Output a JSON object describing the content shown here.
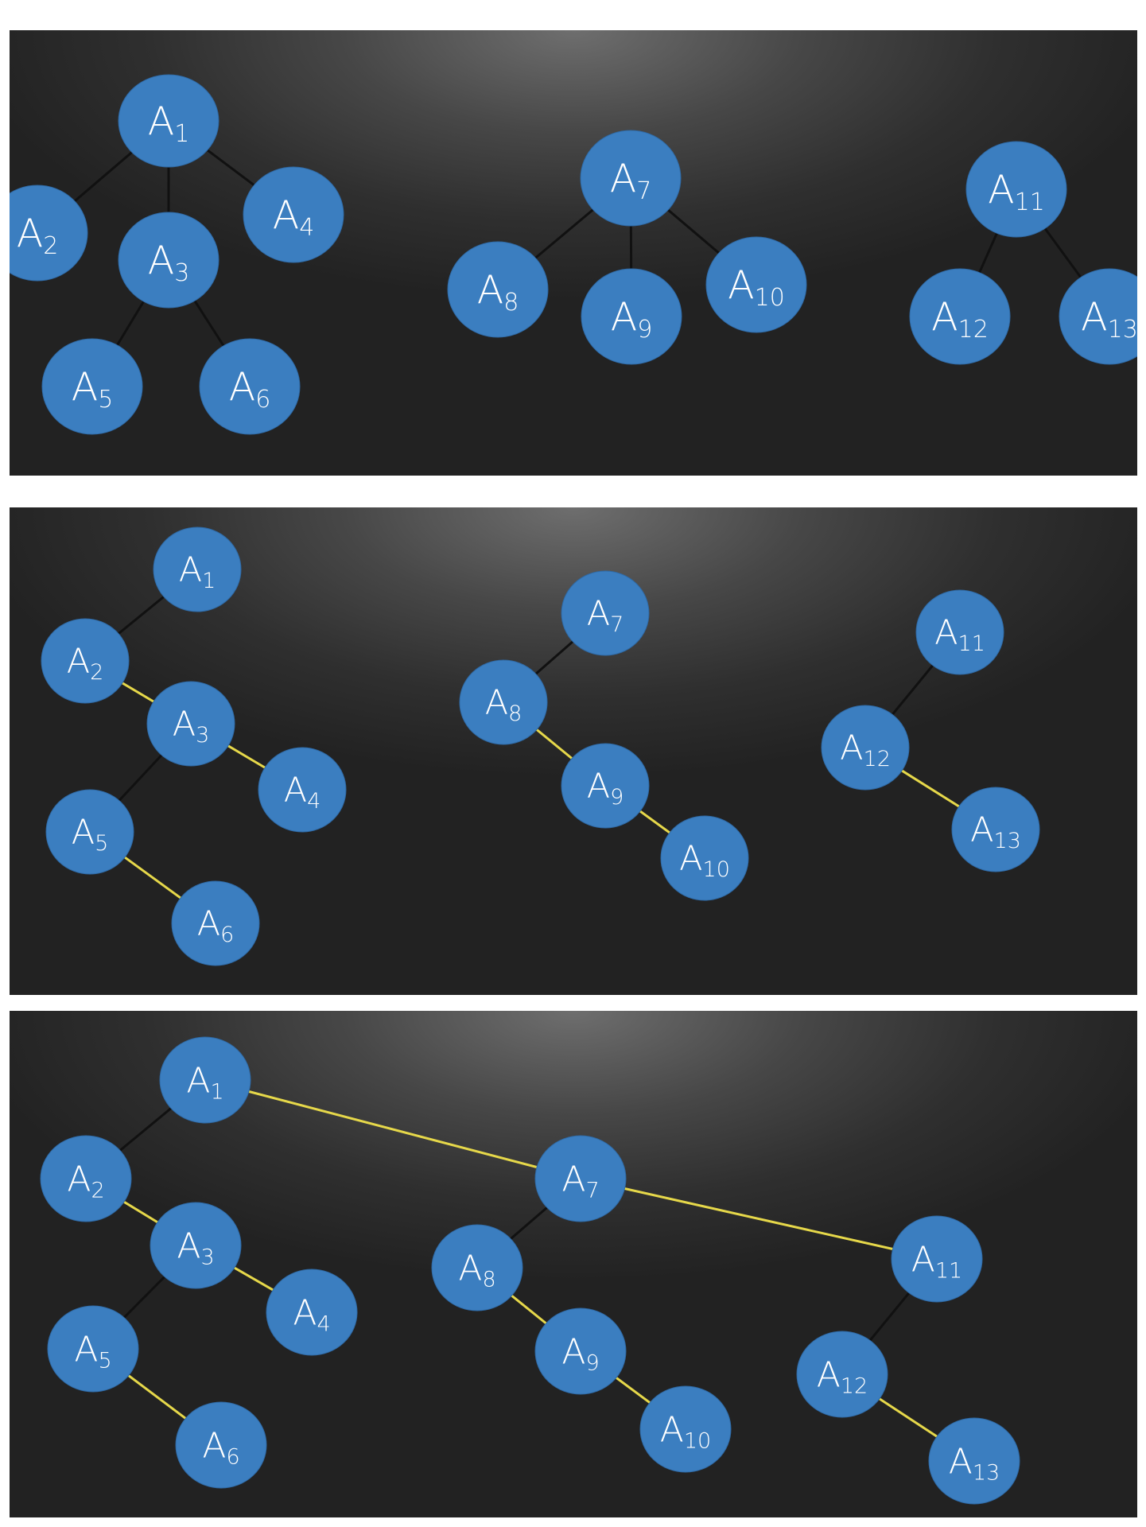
{
  "colors": {
    "node_fill": "#3b7ec0",
    "child_edge": "#111111",
    "sibling_edge": "#e6d84a",
    "label": "#ffffff"
  },
  "panels": [
    {
      "id": "panel-1",
      "nodes": [
        {
          "id": "A1",
          "base": "A",
          "sub": "1"
        },
        {
          "id": "A2",
          "base": "A",
          "sub": "2"
        },
        {
          "id": "A3",
          "base": "A",
          "sub": "3"
        },
        {
          "id": "A4",
          "base": "A",
          "sub": "4"
        },
        {
          "id": "A5",
          "base": "A",
          "sub": "5"
        },
        {
          "id": "A6",
          "base": "A",
          "sub": "6"
        },
        {
          "id": "A7",
          "base": "A",
          "sub": "7"
        },
        {
          "id": "A8",
          "base": "A",
          "sub": "8"
        },
        {
          "id": "A9",
          "base": "A",
          "sub": "9"
        },
        {
          "id": "A10",
          "base": "A",
          "sub": "10"
        },
        {
          "id": "A11",
          "base": "A",
          "sub": "11"
        },
        {
          "id": "A12",
          "base": "A",
          "sub": "12"
        },
        {
          "id": "A13",
          "base": "A",
          "sub": "13"
        }
      ],
      "edges": [
        {
          "from": "A1",
          "to": "A2",
          "kind": "child"
        },
        {
          "from": "A1",
          "to": "A3",
          "kind": "child"
        },
        {
          "from": "A1",
          "to": "A4",
          "kind": "child"
        },
        {
          "from": "A3",
          "to": "A5",
          "kind": "child"
        },
        {
          "from": "A3",
          "to": "A6",
          "kind": "child"
        },
        {
          "from": "A7",
          "to": "A8",
          "kind": "child"
        },
        {
          "from": "A7",
          "to": "A9",
          "kind": "child"
        },
        {
          "from": "A7",
          "to": "A10",
          "kind": "child"
        },
        {
          "from": "A11",
          "to": "A12",
          "kind": "child"
        },
        {
          "from": "A11",
          "to": "A13",
          "kind": "child"
        }
      ]
    },
    {
      "id": "panel-2",
      "nodes": [
        {
          "id": "A1",
          "base": "A",
          "sub": "1"
        },
        {
          "id": "A2",
          "base": "A",
          "sub": "2"
        },
        {
          "id": "A3",
          "base": "A",
          "sub": "3"
        },
        {
          "id": "A4",
          "base": "A",
          "sub": "4"
        },
        {
          "id": "A5",
          "base": "A",
          "sub": "5"
        },
        {
          "id": "A6",
          "base": "A",
          "sub": "6"
        },
        {
          "id": "A7",
          "base": "A",
          "sub": "7"
        },
        {
          "id": "A8",
          "base": "A",
          "sub": "8"
        },
        {
          "id": "A9",
          "base": "A",
          "sub": "9"
        },
        {
          "id": "A10",
          "base": "A",
          "sub": "10"
        },
        {
          "id": "A11",
          "base": "A",
          "sub": "11"
        },
        {
          "id": "A12",
          "base": "A",
          "sub": "12"
        },
        {
          "id": "A13",
          "base": "A",
          "sub": "13"
        }
      ],
      "edges": [
        {
          "from": "A1",
          "to": "A2",
          "kind": "child"
        },
        {
          "from": "A2",
          "to": "A3",
          "kind": "sibling"
        },
        {
          "from": "A3",
          "to": "A4",
          "kind": "sibling"
        },
        {
          "from": "A3",
          "to": "A5",
          "kind": "child"
        },
        {
          "from": "A5",
          "to": "A6",
          "kind": "sibling"
        },
        {
          "from": "A7",
          "to": "A8",
          "kind": "child"
        },
        {
          "from": "A8",
          "to": "A9",
          "kind": "sibling"
        },
        {
          "from": "A9",
          "to": "A10",
          "kind": "sibling"
        },
        {
          "from": "A11",
          "to": "A12",
          "kind": "child"
        },
        {
          "from": "A12",
          "to": "A13",
          "kind": "sibling"
        }
      ]
    },
    {
      "id": "panel-3",
      "nodes": [
        {
          "id": "A1",
          "base": "A",
          "sub": "1"
        },
        {
          "id": "A2",
          "base": "A",
          "sub": "2"
        },
        {
          "id": "A3",
          "base": "A",
          "sub": "3"
        },
        {
          "id": "A4",
          "base": "A",
          "sub": "4"
        },
        {
          "id": "A5",
          "base": "A",
          "sub": "5"
        },
        {
          "id": "A6",
          "base": "A",
          "sub": "6"
        },
        {
          "id": "A7",
          "base": "A",
          "sub": "7"
        },
        {
          "id": "A8",
          "base": "A",
          "sub": "8"
        },
        {
          "id": "A9",
          "base": "A",
          "sub": "9"
        },
        {
          "id": "A10",
          "base": "A",
          "sub": "10"
        },
        {
          "id": "A11",
          "base": "A",
          "sub": "11"
        },
        {
          "id": "A12",
          "base": "A",
          "sub": "12"
        },
        {
          "id": "A13",
          "base": "A",
          "sub": "13"
        }
      ],
      "edges": [
        {
          "from": "A1",
          "to": "A2",
          "kind": "child"
        },
        {
          "from": "A2",
          "to": "A3",
          "kind": "sibling"
        },
        {
          "from": "A3",
          "to": "A4",
          "kind": "sibling"
        },
        {
          "from": "A3",
          "to": "A5",
          "kind": "child"
        },
        {
          "from": "A5",
          "to": "A6",
          "kind": "sibling"
        },
        {
          "from": "A1",
          "to": "A7",
          "kind": "sibling"
        },
        {
          "from": "A7",
          "to": "A8",
          "kind": "child"
        },
        {
          "from": "A8",
          "to": "A9",
          "kind": "sibling"
        },
        {
          "from": "A9",
          "to": "A10",
          "kind": "sibling"
        },
        {
          "from": "A7",
          "to": "A11",
          "kind": "sibling"
        },
        {
          "from": "A11",
          "to": "A12",
          "kind": "child"
        },
        {
          "from": "A12",
          "to": "A13",
          "kind": "sibling"
        }
      ]
    }
  ]
}
